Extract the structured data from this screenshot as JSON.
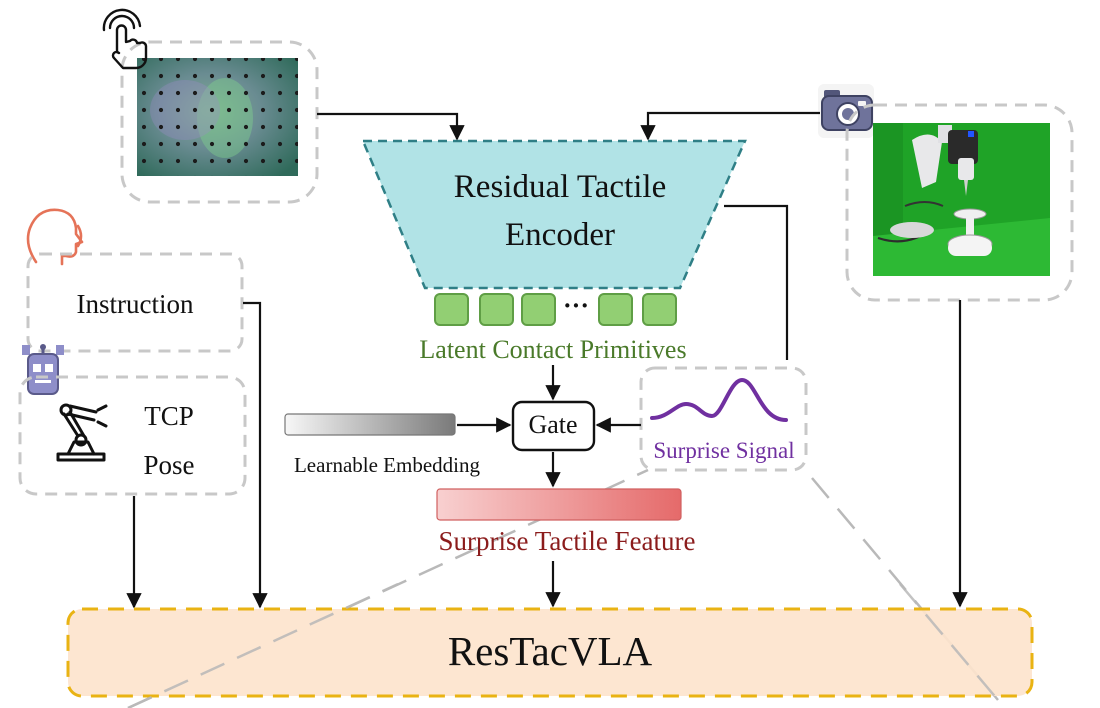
{
  "encoder": {
    "line1": "Residual Tactile",
    "line2": "Encoder"
  },
  "primitives": {
    "ellipsis": "···",
    "label": "Latent Contact Primitives"
  },
  "instruction": {
    "label": "Instruction"
  },
  "tcp": {
    "line1": "TCP",
    "line2": "Pose"
  },
  "gate": {
    "label": "Gate"
  },
  "embedding": {
    "label": "Learnable Embedding"
  },
  "surprise": {
    "label": "Surprise Signal"
  },
  "feature": {
    "label": "Surprise Tactile Feature"
  },
  "output": {
    "label": "ResTacVLA"
  },
  "icons": [
    "touch-hand-icon",
    "camera-icon",
    "speaking-head-icon",
    "robot-face-icon",
    "robot-arm-icon"
  ],
  "colors": {
    "encoder_fill": "#b1e3e6",
    "encoder_border": "#2f7f86",
    "primitive_fill": "#92cf73",
    "primitive_border": "#5f9e45",
    "primitive_text": "#4a7a2a",
    "surprise_curve": "#7030a0",
    "feature_text": "#8b1c1c",
    "output_fill": "#fde4cd",
    "output_border": "#e9b313",
    "speaker_icon": "#e57358",
    "robot_icon": "#8e8ec9"
  }
}
